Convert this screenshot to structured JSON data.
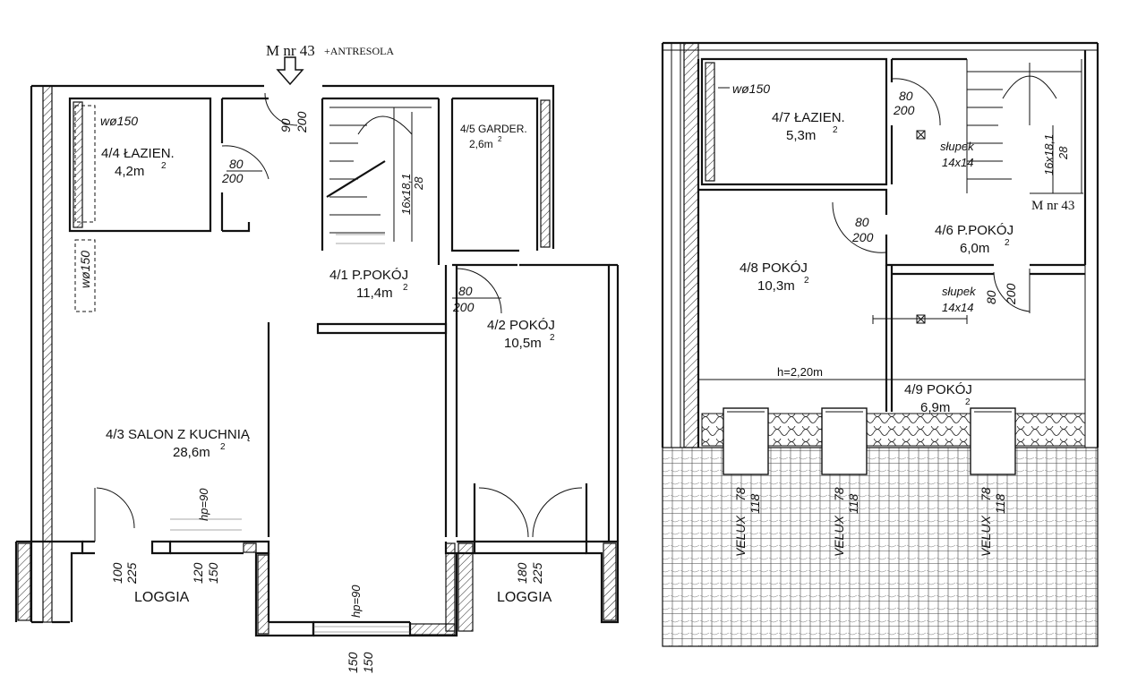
{
  "entrance_label": "M nr 43",
  "entrance_suffix": "+ANTRESOLA",
  "mezzanine_label": "M nr 43",
  "ground_floor": {
    "rooms": [
      {
        "id": "4/4",
        "name": "4/4 ŁAZIEN.",
        "area": "4,2m",
        "sup": "2"
      },
      {
        "id": "4/5",
        "name": "4/5 GARDER.",
        "area": "2,6m",
        "sup": "2"
      },
      {
        "id": "4/1",
        "name": "4/1 P.POKÓJ",
        "area": "11,4m",
        "sup": "2"
      },
      {
        "id": "4/2",
        "name": "4/2 POKÓJ",
        "area": "10,5m",
        "sup": "2"
      },
      {
        "id": "4/3",
        "name": "4/3 SALON Z KUCHNIĄ",
        "area": "28,6m",
        "sup": "2"
      }
    ],
    "loggias": [
      "LOGGIA",
      "LOGGIA"
    ],
    "vent_labels": [
      "wø150",
      "wø150"
    ],
    "stairs": {
      "top": "16x18,1",
      "bottom": "28"
    },
    "doors": [
      {
        "top": "90",
        "bottom": "200"
      },
      {
        "top": "80",
        "bottom": "200"
      },
      {
        "top": "80",
        "bottom": "200"
      }
    ],
    "windows": [
      {
        "top": "hp=90",
        "bottom": ""
      },
      {
        "top": "hp=90",
        "bottom": ""
      }
    ],
    "window_dims": [
      {
        "top": "100",
        "bottom": "225"
      },
      {
        "top": "120",
        "bottom": "150"
      },
      {
        "top": "150",
        "bottom": "150"
      },
      {
        "top": "180",
        "bottom": "225"
      }
    ]
  },
  "mezzanine": {
    "rooms": [
      {
        "id": "4/7",
        "name": "4/7 ŁAZIEN.",
        "area": "5,3m",
        "sup": "2"
      },
      {
        "id": "4/6",
        "name": "4/6 P.POKÓJ",
        "area": "6,0m",
        "sup": "2"
      },
      {
        "id": "4/8",
        "name": "4/8 POKÓJ",
        "area": "10,3m",
        "sup": "2"
      },
      {
        "id": "4/9",
        "name": "4/9 POKÓJ",
        "area": "6,9m",
        "sup": "2"
      }
    ],
    "vent_label": "wø150",
    "stairs": {
      "top": "16x18,1",
      "bottom": "28"
    },
    "posts": [
      {
        "name": "słupek",
        "size": "14x14"
      },
      {
        "name": "słupek",
        "size": "14x14"
      }
    ],
    "doors": [
      {
        "top": "80",
        "bottom": "200"
      },
      {
        "top": "80",
        "bottom": "200"
      },
      {
        "top": "80",
        "bottom": "200"
      }
    ],
    "height_note": "h=2,20m",
    "velux": [
      {
        "name": "VELUX",
        "top": "78",
        "bottom": "118"
      },
      {
        "name": "VELUX",
        "top": "78",
        "bottom": "118"
      },
      {
        "name": "VELUX",
        "top": "78",
        "bottom": "118"
      }
    ]
  },
  "colors": {
    "line": "#111111",
    "background": "#ffffff"
  }
}
